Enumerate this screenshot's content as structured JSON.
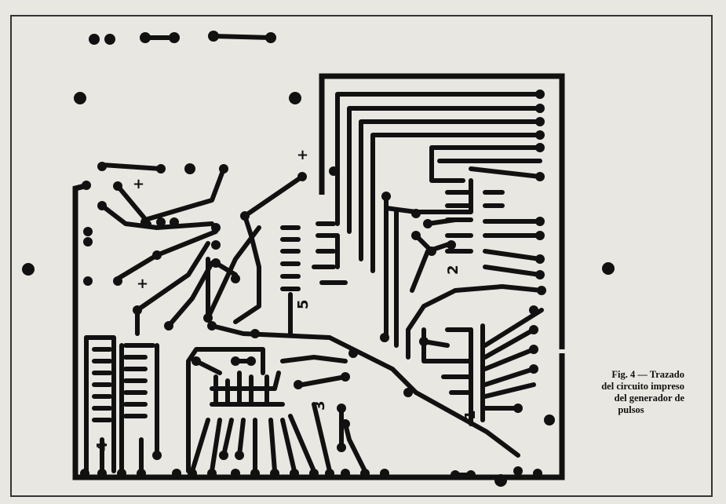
{
  "figure": {
    "caption_lines": [
      "Fig. 4 — Trazado",
      "del circuito impreso",
      "del generador de",
      "pulsos"
    ],
    "ic_labels": [
      "1",
      "2",
      "3",
      "4",
      "5"
    ],
    "polarity_marks": [
      "+",
      "+",
      "+"
    ],
    "colors": {
      "paper": "#e9e7e1",
      "ink": "#111111"
    }
  }
}
